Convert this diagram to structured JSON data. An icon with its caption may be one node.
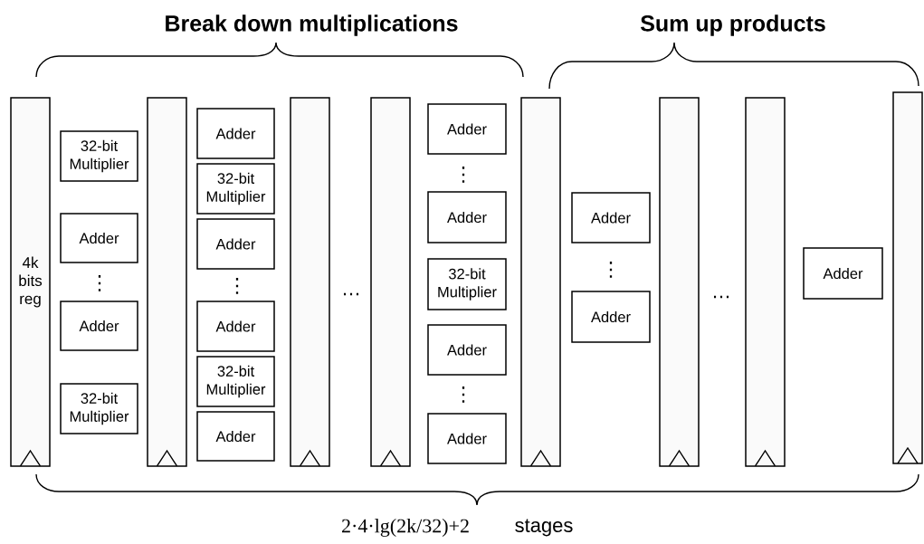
{
  "diagram": {
    "nodes": [
      {
        "text": [
          "4k bits reg"
        ]
      },
      {
        "text": [
          "32-bit Multiplier"
        ]
      },
      {
        "text": [
          "Adder"
        ]
      },
      {
        "text": [
          "Adder"
        ]
      },
      {
        "text": [
          "32-bit Multiplier"
        ]
      },
      {
        "text": [],
        "shape": "bar"
      },
      {
        "text": [
          "Adder"
        ]
      },
      {
        "text": [
          "32-bit Multiplier"
        ]
      },
      {
        "text": [
          "Adder"
        ]
      },
      {
        "text": [
          "Adder"
        ]
      },
      {
        "text": [
          "32-bit Multiplier"
        ]
      },
      {
        "text": [
          "Adder"
        ]
      },
      {
        "text": [],
        "shape": "bar"
      },
      {
        "text": [],
        "shape": "bar"
      },
      {
        "text": [
          "Adder"
        ]
      },
      {
        "text": [
          "Adder"
        ]
      },
      {
        "text": [
          "32-bit Multiplier"
        ]
      },
      {
        "text": [
          "Adder"
        ]
      },
      {
        "text": [
          "Adder"
        ]
      },
      {
        "text": [],
        "shape": "bar"
      },
      {
        "text": [
          "Adder"
        ]
      },
      {
        "text": [
          "Adder"
        ]
      },
      {
        "text": [],
        "shape": "bar"
      },
      {
        "text": [],
        "shape": "bar"
      },
      {
        "text": [
          "Adder"
        ]
      },
      {
        "text": [],
        "shape": "bar"
      }
    ],
    "labels": [
      "Break down multiplications",
      "Sum up products",
      "⋮",
      "⋮",
      "…",
      "⋮",
      "⋮",
      "⋮",
      "…",
      "2·4·lg(2k/32)+2",
      "stages"
    ]
  }
}
